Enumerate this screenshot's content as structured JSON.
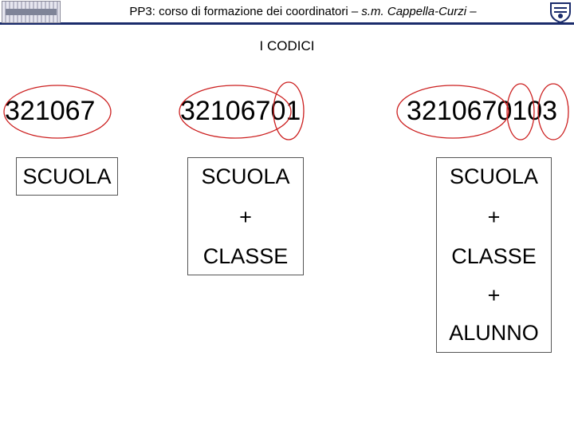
{
  "header": {
    "title_plain": "PP3: corso di formazione dei coordinatori – ",
    "title_italic": "s.m. Cappella-Curzi –"
  },
  "section_title": "I CODICI",
  "codes": [
    "321067",
    "32106701",
    "3210670103"
  ],
  "columns": {
    "col1": {
      "line1": "SCUOLA"
    },
    "col2": {
      "line1": "SCUOLA",
      "line2": "+",
      "line3": "CLASSE"
    },
    "col3": {
      "line1": "SCUOLA",
      "line2": "+",
      "line3": "CLASSE",
      "line4": "+",
      "line5": "ALUNNO"
    }
  },
  "colors": {
    "header_bar": "#1a2b6b",
    "circle": "#cc1f1f"
  }
}
